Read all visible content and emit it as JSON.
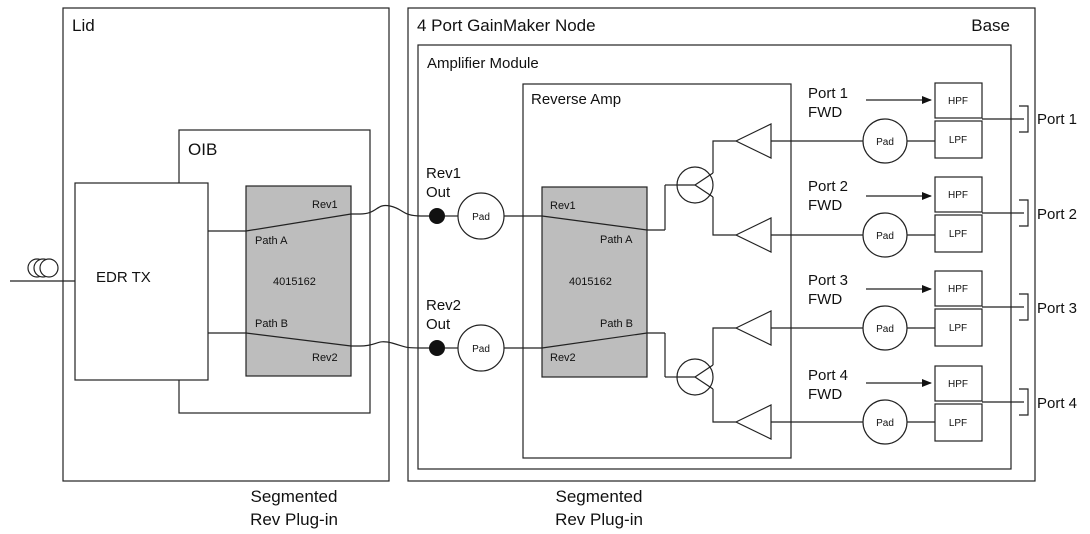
{
  "lid": {
    "title": "Lid"
  },
  "node": {
    "title": "4 Port GainMaker Node",
    "base_label": "Base"
  },
  "amp_module": {
    "title": "Amplifier Module"
  },
  "reverse_amp": {
    "title": "Reverse Amp"
  },
  "oib": {
    "title": "OIB"
  },
  "edr_tx": {
    "label": "EDR TX"
  },
  "plugin_lid": {
    "path_a": "Path A",
    "path_b": "Path B",
    "rev1": "Rev1",
    "rev2": "Rev2",
    "part": "4015162"
  },
  "plugin_amp": {
    "path_a": "Path A",
    "path_b": "Path B",
    "rev1": "Rev1",
    "rev2": "Rev2",
    "part": "4015162"
  },
  "rev_out": [
    {
      "line1": "Rev1",
      "line2": "Out"
    },
    {
      "line1": "Rev2",
      "line2": "Out"
    }
  ],
  "pad_label": "Pad",
  "ports": [
    {
      "fwd1": "Port 1",
      "fwd2": "FWD",
      "hpf": "HPF",
      "lpf": "LPF",
      "pad": "Pad",
      "port": "Port 1"
    },
    {
      "fwd1": "Port 2",
      "fwd2": "FWD",
      "hpf": "HPF",
      "lpf": "LPF",
      "pad": "Pad",
      "port": "Port 2"
    },
    {
      "fwd1": "Port 3",
      "fwd2": "FWD",
      "hpf": "HPF",
      "lpf": "LPF",
      "pad": "Pad",
      "port": "Port 3"
    },
    {
      "fwd1": "Port 4",
      "fwd2": "FWD",
      "hpf": "HPF",
      "lpf": "LPF",
      "pad": "Pad",
      "port": "Port 4"
    }
  ],
  "captions": [
    {
      "line1": "Segmented",
      "line2": "Rev Plug-in"
    },
    {
      "line1": "Segmented",
      "line2": "Rev Plug-in"
    }
  ]
}
